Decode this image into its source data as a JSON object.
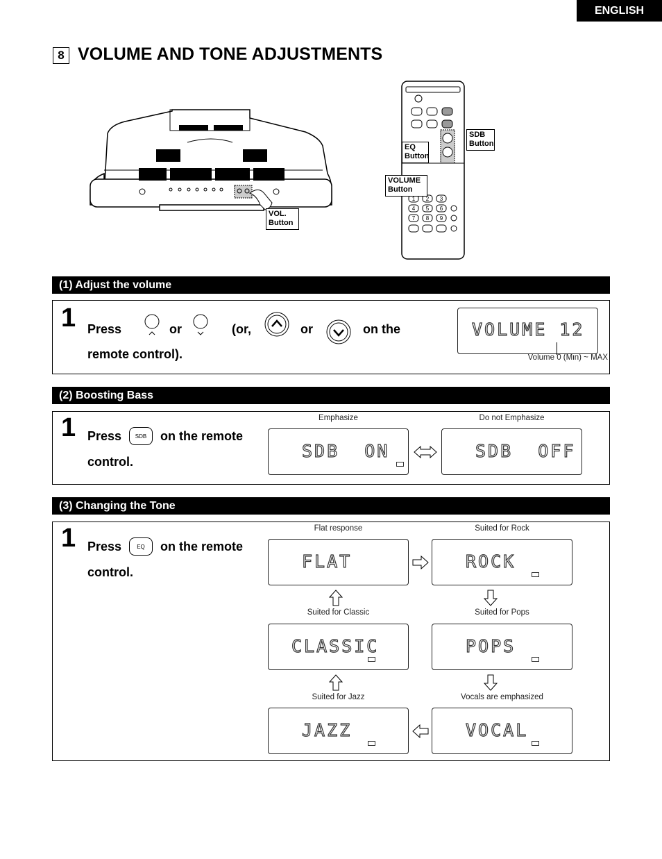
{
  "header": {
    "language": "ENGLISH"
  },
  "section": {
    "number": "8",
    "title": "VOLUME AND TONE ADJUSTMENTS"
  },
  "illustrations": {
    "unit_callout": "VOL.\nButton",
    "remote_callouts": {
      "sdb": "SDB\nButton",
      "eq": "EQ\nButton",
      "volume": "VOLUME\nButton"
    }
  },
  "volume": {
    "header": "(1) Adjust the volume",
    "step": "1",
    "press": "Press",
    "or1": "or",
    "or_paren": "(or,",
    "or2": "or",
    "on_the": "on the",
    "remote_control": "remote control).",
    "lcd": "VOLUME 12",
    "range_note": "Volume 0 (Min) ~ MAX"
  },
  "bass": {
    "header": "(2) Boosting Bass",
    "step": "1",
    "press": "Press",
    "button_label": "SDB",
    "on_remote": "on the remote",
    "control": "control.",
    "on_caption": "Emphasize",
    "off_caption": "Do not Emphasize",
    "lcd_on": "SDB  ON",
    "lcd_off": "SDB  OFF"
  },
  "tone": {
    "header": "(3) Changing the Tone",
    "step": "1",
    "press": "Press",
    "button_label": "EQ",
    "on_remote": "on the remote",
    "control": "control.",
    "modes": [
      {
        "caption": "Flat response",
        "lcd": "FLAT"
      },
      {
        "caption": "Suited for Rock",
        "lcd": "ROCK"
      },
      {
        "caption": "Suited for Classic",
        "lcd": "CLASSIC"
      },
      {
        "caption": "Suited for Pops",
        "lcd": "POPS"
      },
      {
        "caption": "Suited for Jazz",
        "lcd": "JAZZ"
      },
      {
        "caption": "Vocals are emphasized",
        "lcd": "VOCAL"
      }
    ]
  }
}
